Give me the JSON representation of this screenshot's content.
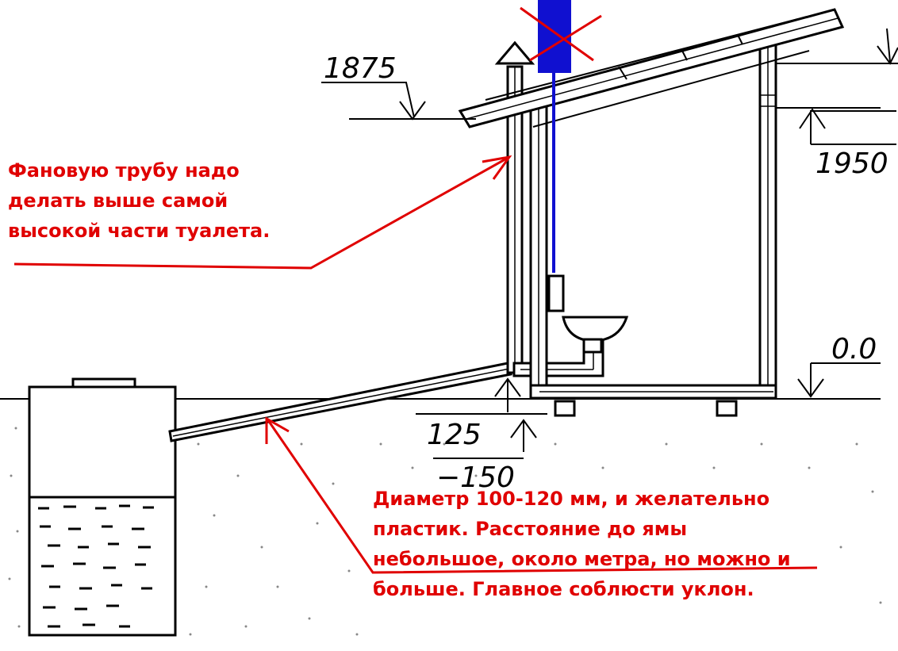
{
  "dimensions": {
    "roof_level": "1875",
    "ceiling_level": "1950",
    "floor_level": "0.0",
    "pipe_inlet": "125",
    "ground_level": "−150"
  },
  "annotations": {
    "vent_pipe_note": [
      "Фановую трубу надо",
      "делать выше самой",
      "высокой части туалета."
    ],
    "drain_pipe_note": [
      "Диаметр 100-120 мм, и желательно",
      "пластик. Расстояние до ямы",
      "небольшое, около метра, но можно и",
      "больше. Главное соблюсти уклон."
    ]
  },
  "colors": {
    "annotation": "#e00000",
    "blue_pipe": "#1010d0",
    "line": "#000000"
  }
}
